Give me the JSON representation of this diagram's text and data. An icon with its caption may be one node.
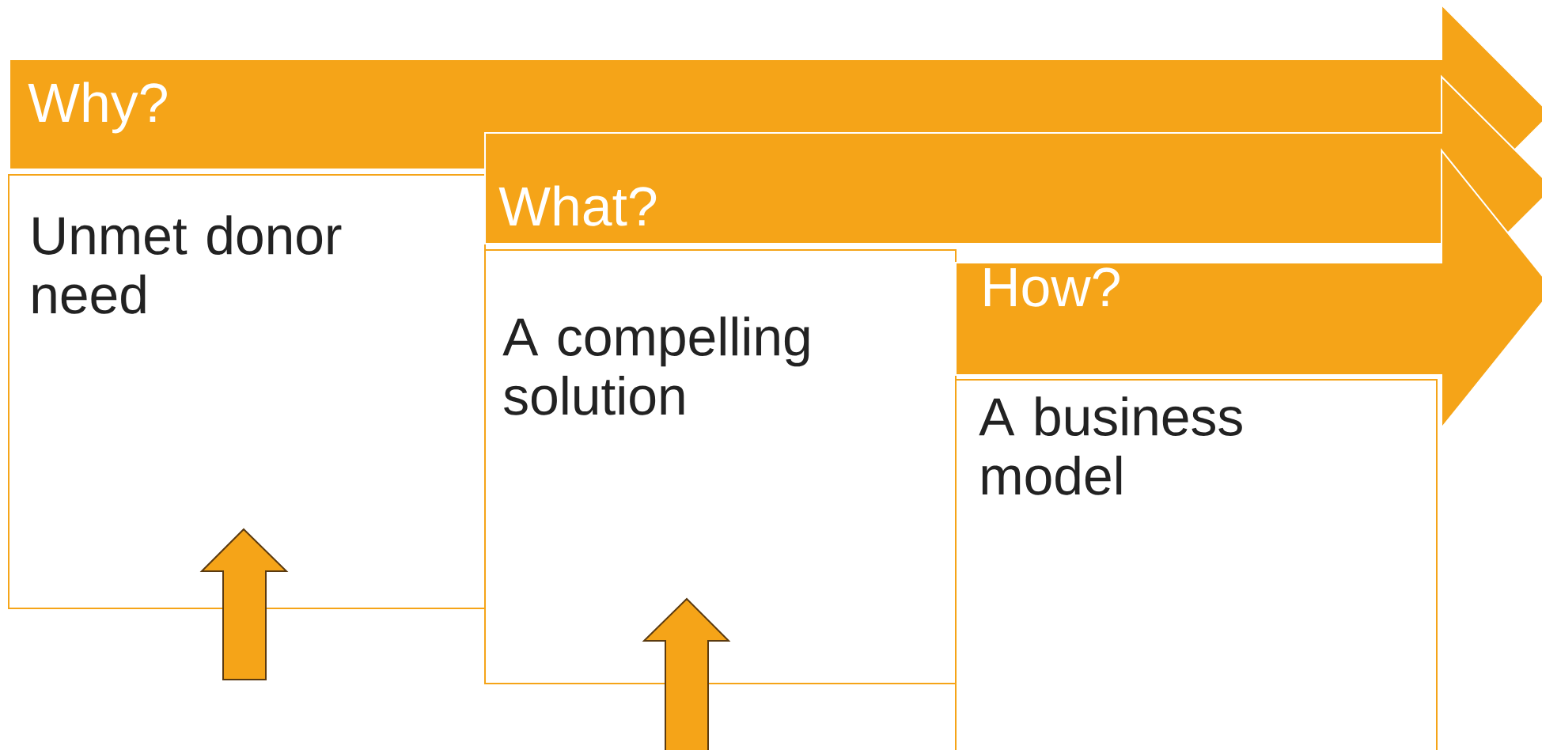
{
  "diagram": {
    "nodes": [
      {
        "text": [
          "Why?"
        ]
      },
      {
        "text": [
          "Unmet donor need"
        ]
      },
      {
        "text": [
          "What?"
        ]
      },
      {
        "text": [
          "A compelling solution"
        ]
      },
      {
        "text": [
          "How?"
        ]
      },
      {
        "text": [
          "A business model"
        ]
      }
    ]
  }
}
